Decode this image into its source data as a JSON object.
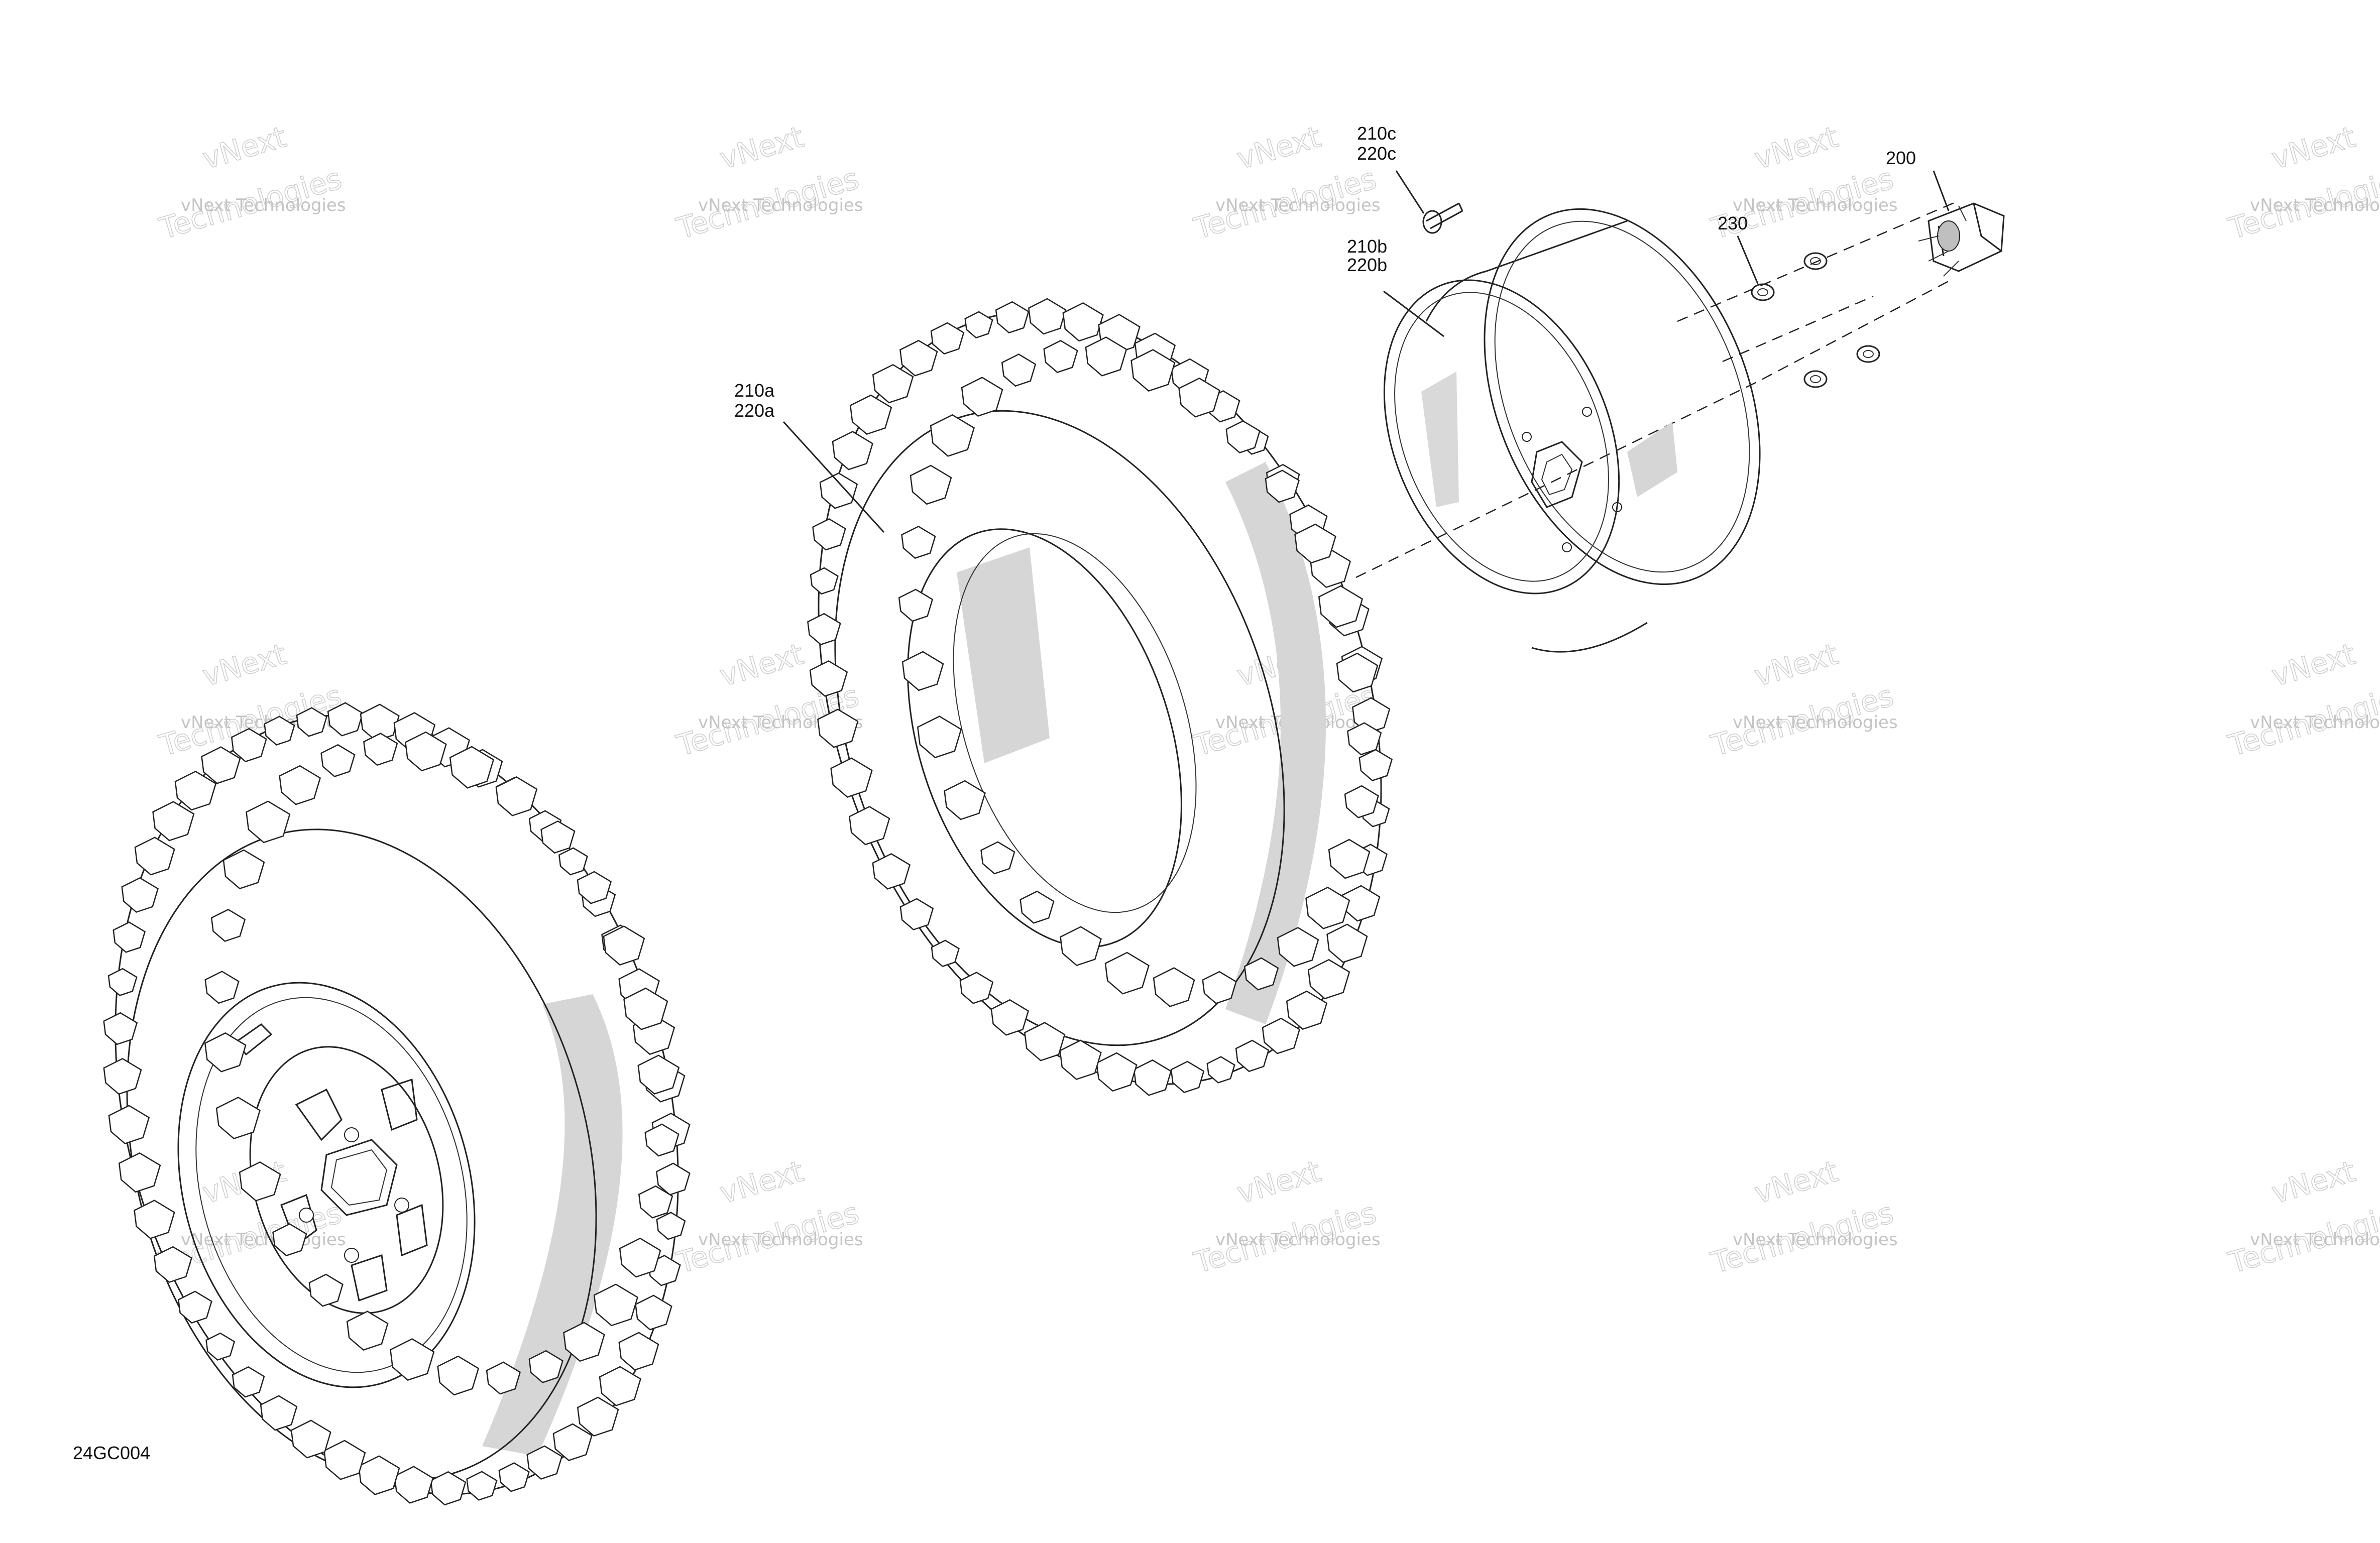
{
  "diagram_id": "24GC004",
  "callouts": [
    {
      "id": "c-200",
      "lines": [
        "200"
      ]
    },
    {
      "id": "c-230",
      "lines": [
        "230"
      ]
    },
    {
      "id": "c-210c",
      "lines": [
        "210c",
        "220c"
      ]
    },
    {
      "id": "c-210b",
      "lines": [
        "210b",
        "220b"
      ]
    },
    {
      "id": "c-210a",
      "lines": [
        "210a",
        "220a"
      ]
    }
  ],
  "watermark": {
    "line1": "vNext Technologies",
    "line2": "Technologies",
    "line3": "vNext"
  },
  "colors": {
    "line": "#222222",
    "shade": "#d6d6d6",
    "watermark": "#c4c4c4"
  }
}
